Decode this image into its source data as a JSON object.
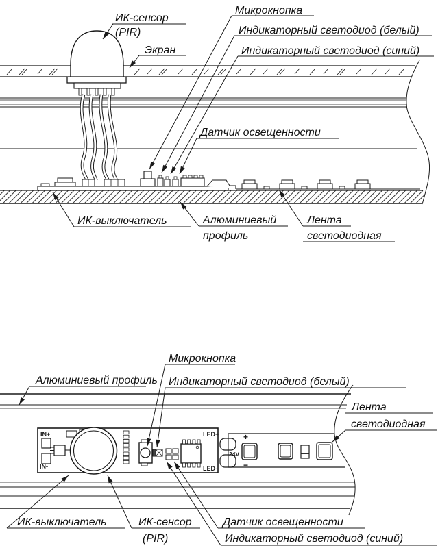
{
  "drawing_type": "technical-diagram",
  "subject": "LED strip with PIR sensor inside aluminum profile (section view and top view)",
  "colors": {
    "line": "#1a1a1a",
    "background": "#ffffff"
  },
  "top_view": {
    "labels": {
      "ir_sensor": "ИК-сенсор",
      "pir": "(PIR)",
      "screen": "Экран",
      "microbutton": "Микрокнопка",
      "led_white": "Индикаторный светодиод (белый)",
      "led_blue": "Индикаторный светодиод (синий)",
      "light_sensor": "Датчик освещенности",
      "ir_switch": "ИК-выключатель",
      "alu_profile_line1": "Алюминиевый",
      "alu_profile_line2": "профиль",
      "led_strip_line1": "Лента",
      "led_strip_line2": "светодиодная"
    }
  },
  "bottom_view": {
    "labels": {
      "alu_profile": "Алюминиевый профиль",
      "microbutton": "Микрокнопка",
      "led_white": "Индикаторный светодиод (белый)",
      "led_strip_line1": "Лента",
      "led_strip_line2": "светодиодная",
      "ir_switch": "ИК-выключатель",
      "ir_sensor": "ИК-сенсор",
      "pir": "(PIR)",
      "light_sensor": "Датчик освещенности",
      "led_blue": "Индикаторный светодиод (синий)"
    },
    "pcb_markings": {
      "in_plus": "IN+",
      "in_minus": "IN-",
      "led_plus": "LED+",
      "led_minus": "LED-"
    },
    "strip_markings": {
      "plus": "+",
      "minus": "−",
      "voltage": "24V"
    }
  }
}
